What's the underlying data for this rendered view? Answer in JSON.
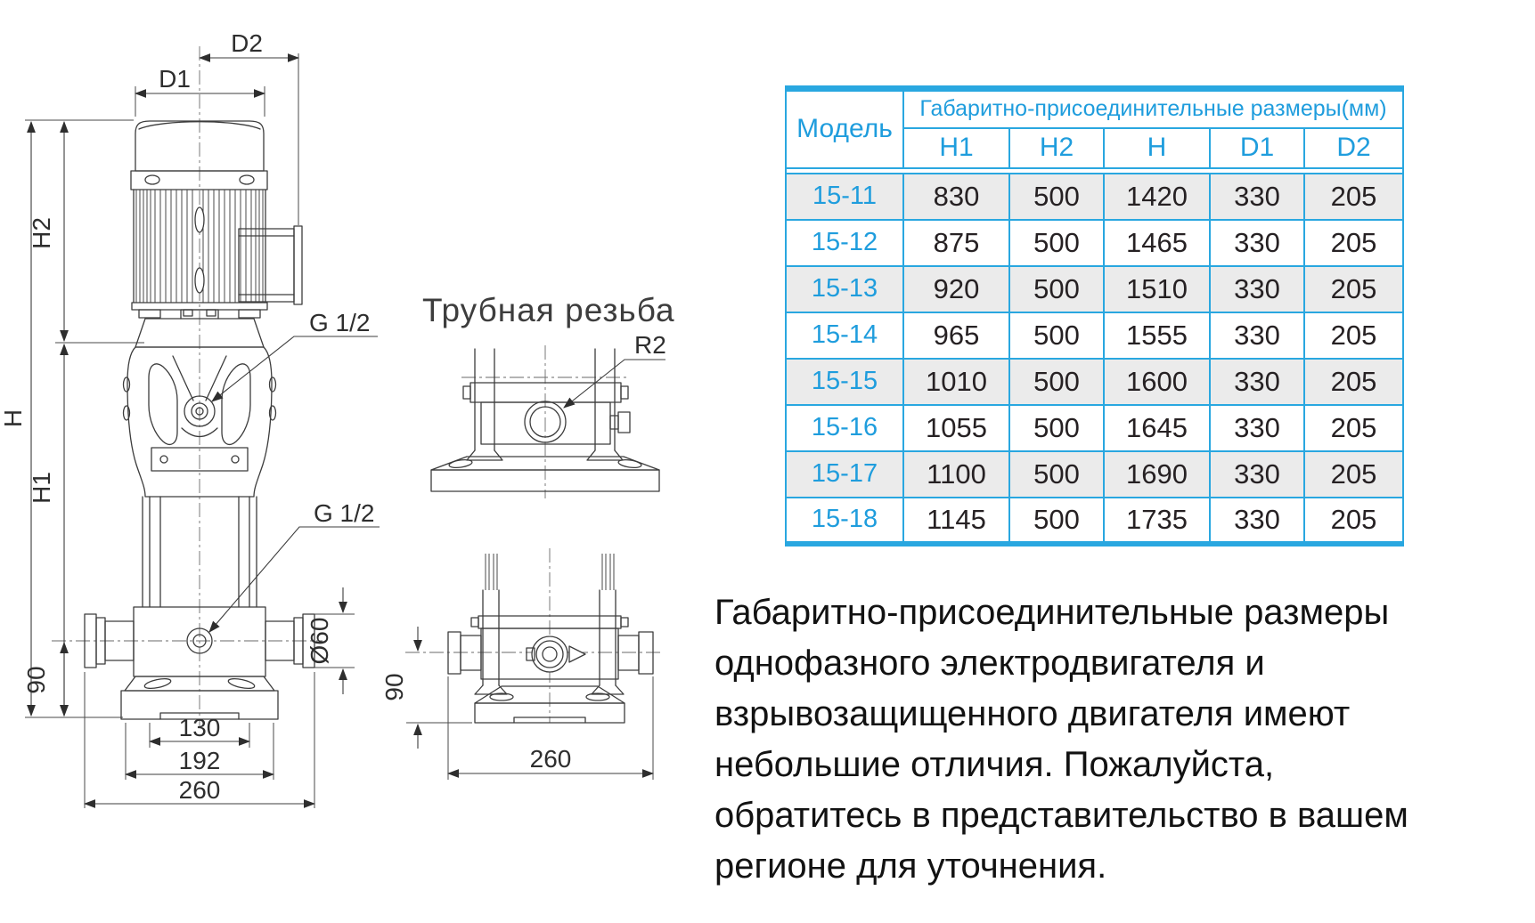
{
  "drawing": {
    "dims": {
      "d1": "D1",
      "d2": "D2",
      "h": "H",
      "h1": "H1",
      "h2": "H2",
      "v90": "90",
      "dia60": "Ø60",
      "w130": "130",
      "w192": "192",
      "w260": "260",
      "g12_top": "G 1/2",
      "g12_bottom": "G 1/2"
    },
    "aux": {
      "title": "Трубная резьба",
      "r2": "R2",
      "v90": "90",
      "w260": "260"
    }
  },
  "table": {
    "model_header": "Модель",
    "group_header": "Габаритно-присоединительные размеры(мм)",
    "columns": [
      "H1",
      "H2",
      "H",
      "D1",
      "D2"
    ],
    "rows": [
      {
        "model": "15-11",
        "h1": "830",
        "h2": "500",
        "h": "1420",
        "d1": "330",
        "d2": "205"
      },
      {
        "model": "15-12",
        "h1": "875",
        "h2": "500",
        "h": "1465",
        "d1": "330",
        "d2": "205"
      },
      {
        "model": "15-13",
        "h1": "920",
        "h2": "500",
        "h": "1510",
        "d1": "330",
        "d2": "205"
      },
      {
        "model": "15-14",
        "h1": "965",
        "h2": "500",
        "h": "1555",
        "d1": "330",
        "d2": "205"
      },
      {
        "model": "15-15",
        "h1": "1010",
        "h2": "500",
        "h": "1600",
        "d1": "330",
        "d2": "205"
      },
      {
        "model": "15-16",
        "h1": "1055",
        "h2": "500",
        "h": "1645",
        "d1": "330",
        "d2": "205"
      },
      {
        "model": "15-17",
        "h1": "1100",
        "h2": "500",
        "h": "1690",
        "d1": "330",
        "d2": "205"
      },
      {
        "model": "15-18",
        "h1": "1145",
        "h2": "500",
        "h": "1735",
        "d1": "330",
        "d2": "205"
      }
    ]
  },
  "note": {
    "lines": [
      "Габаритно-присоединительные размеры",
      "однофазного электродвигателя и",
      "взрывозащищенного двигателя имеют",
      "небольшие отличия. Пожалуйста,",
      "обратитесь в представительство в вашем",
      "регионе для уточнения."
    ]
  },
  "colors": {
    "accent": "#29a7e0",
    "accent_text": "#1f9ddd",
    "row_alt": "#ebebeb",
    "ink": "#262123"
  }
}
